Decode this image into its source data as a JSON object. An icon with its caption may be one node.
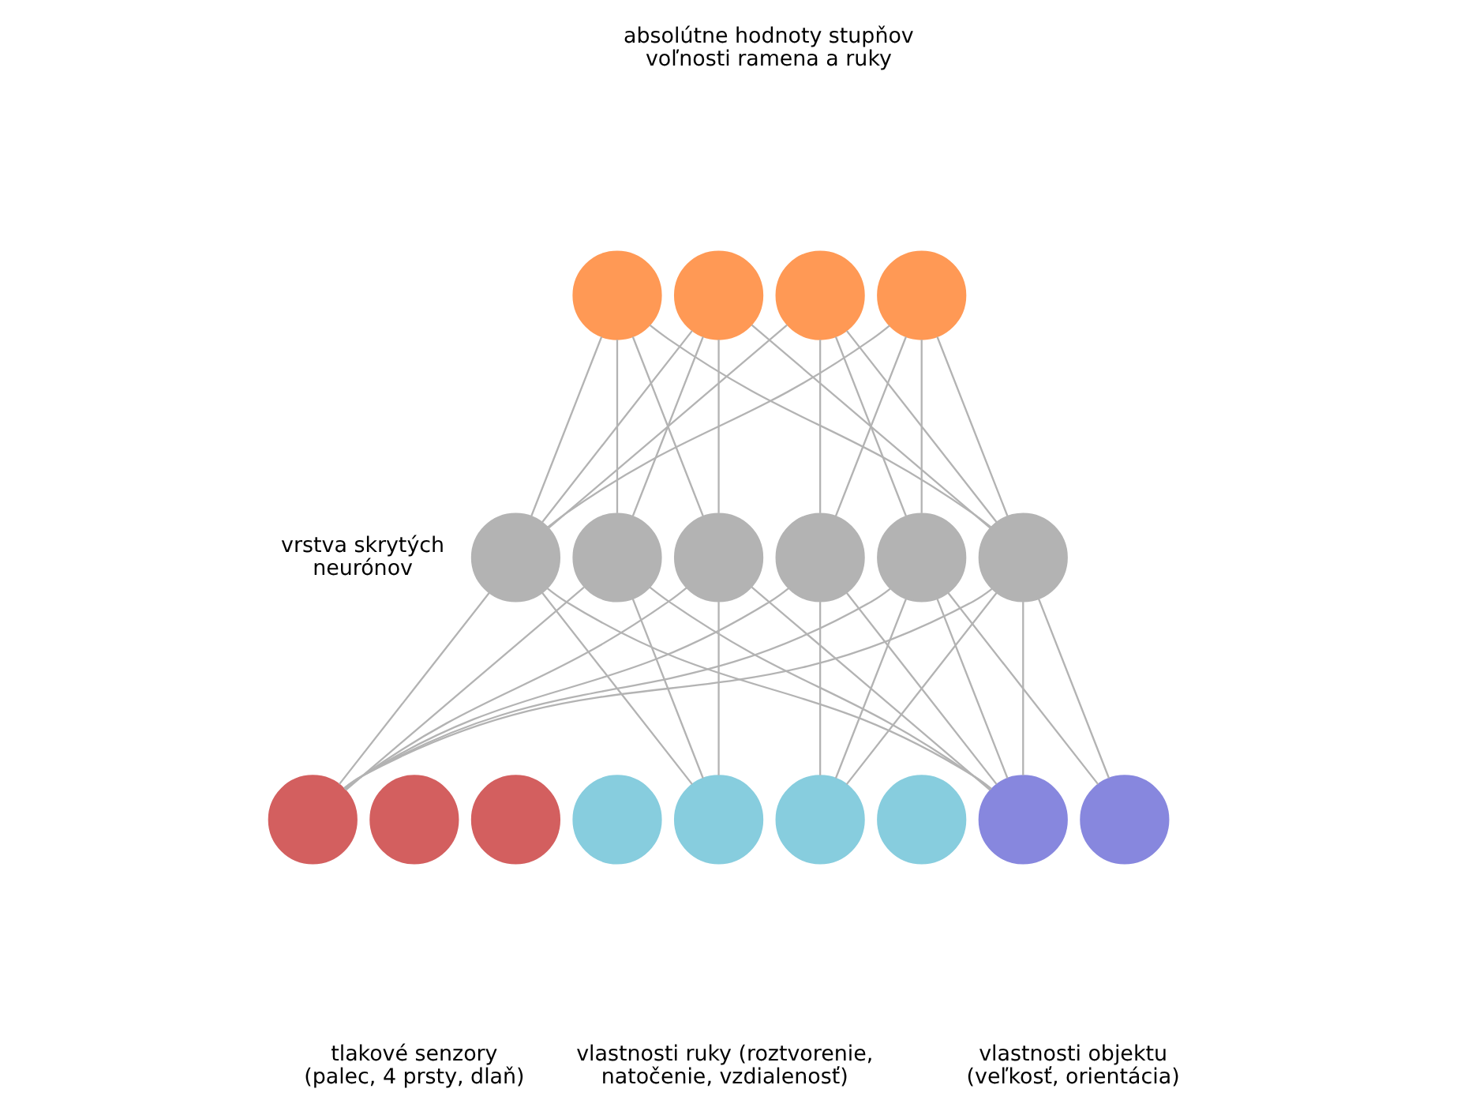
{
  "diagram": {
    "nodes": [
      {
        "text": [],
        "shape": "circle"
      },
      {
        "text": [],
        "shape": "circle"
      },
      {
        "text": [],
        "shape": "circle"
      },
      {
        "text": [],
        "shape": "circle"
      },
      {
        "text": [],
        "shape": "circle"
      },
      {
        "text": [],
        "shape": "circle"
      },
      {
        "text": [],
        "shape": "circle"
      },
      {
        "text": [],
        "shape": "circle"
      },
      {
        "text": [],
        "shape": "circle"
      },
      {
        "text": [],
        "shape": "circle"
      },
      {
        "text": [],
        "shape": "circle"
      },
      {
        "text": [],
        "shape": "circle"
      },
      {
        "text": [],
        "shape": "circle"
      },
      {
        "text": [],
        "shape": "circle"
      },
      {
        "text": [],
        "shape": "circle"
      },
      {
        "text": [],
        "shape": "circle"
      },
      {
        "text": [],
        "shape": "circle"
      },
      {
        "text": [],
        "shape": "circle"
      },
      {
        "text": [],
        "shape": "circle"
      }
    ],
    "edges": [
      {
        "from": 0,
        "to": 4,
        "arrow": "none"
      },
      {
        "from": 0,
        "to": 5,
        "arrow": "none"
      },
      {
        "from": 0,
        "to": 6,
        "arrow": "none"
      },
      {
        "from": 0,
        "to": 9,
        "arrow": "none"
      },
      {
        "from": 1,
        "to": 4,
        "arrow": "none"
      },
      {
        "from": 1,
        "to": 5,
        "arrow": "none"
      },
      {
        "from": 1,
        "to": 6,
        "arrow": "none"
      },
      {
        "from": 1,
        "to": 9,
        "arrow": "none"
      },
      {
        "from": 2,
        "to": 4,
        "arrow": "none"
      },
      {
        "from": 2,
        "to": 7,
        "arrow": "none"
      },
      {
        "from": 2,
        "to": 8,
        "arrow": "none"
      },
      {
        "from": 2,
        "to": 9,
        "arrow": "none"
      },
      {
        "from": 3,
        "to": 4,
        "arrow": "none"
      },
      {
        "from": 3,
        "to": 7,
        "arrow": "none"
      },
      {
        "from": 3,
        "to": 8,
        "arrow": "none"
      },
      {
        "from": 3,
        "to": 9,
        "arrow": "none"
      },
      {
        "from": 4,
        "to": 10,
        "arrow": "none"
      },
      {
        "from": 5,
        "to": 10,
        "arrow": "none"
      },
      {
        "from": 6,
        "to": 10,
        "arrow": "none"
      },
      {
        "from": 7,
        "to": 10,
        "arrow": "none"
      },
      {
        "from": 8,
        "to": 10,
        "arrow": "none"
      },
      {
        "from": 9,
        "to": 10,
        "arrow": "none"
      },
      {
        "from": 4,
        "to": 14,
        "arrow": "none"
      },
      {
        "from": 5,
        "to": 14,
        "arrow": "none"
      },
      {
        "from": 6,
        "to": 14,
        "arrow": "none"
      },
      {
        "from": 7,
        "to": 15,
        "arrow": "none"
      },
      {
        "from": 8,
        "to": 15,
        "arrow": "none"
      },
      {
        "from": 9,
        "to": 15,
        "arrow": "none"
      },
      {
        "from": 4,
        "to": 17,
        "arrow": "none"
      },
      {
        "from": 5,
        "to": 17,
        "arrow": "none"
      },
      {
        "from": 6,
        "to": 17,
        "arrow": "none"
      },
      {
        "from": 7,
        "to": 17,
        "arrow": "none"
      },
      {
        "from": 8,
        "to": 17,
        "arrow": "none"
      },
      {
        "from": 9,
        "to": 17,
        "arrow": "none"
      },
      {
        "from": 8,
        "to": 18,
        "arrow": "none"
      },
      {
        "from": 9,
        "to": 18,
        "arrow": "none"
      }
    ],
    "labels": [
      "absolútne hodnoty stupňov voľnosti ramena a ruky",
      "vrstva skrytých neurónov",
      "tlakové senzory (palec, 4 prsty, dlaň)",
      "vlastnosti ruky (roztvorenie, natočenie, vzdialenosť)",
      "vlastnosti objektu (veľkosť, orientácia)"
    ]
  }
}
